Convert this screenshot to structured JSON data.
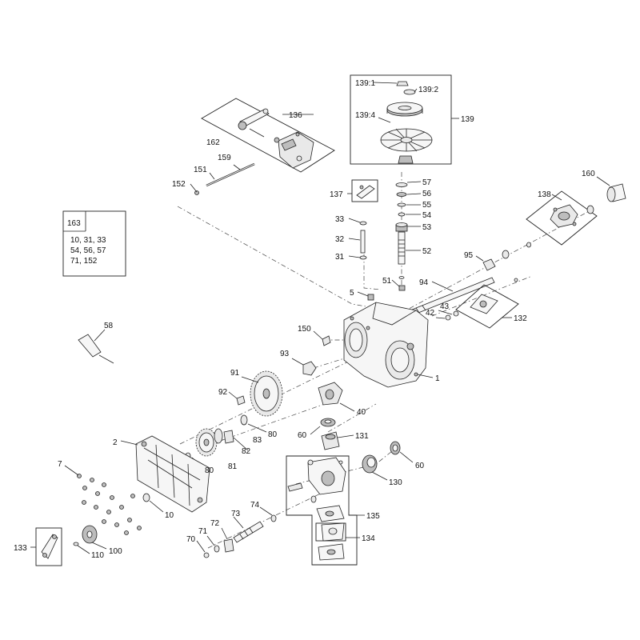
{
  "labels": {
    "p1": "1",
    "p2": "2",
    "p5": "5",
    "p7": "7",
    "p10": "10",
    "p31": "31",
    "p32": "32",
    "p33": "33",
    "p40": "40",
    "p42": "42",
    "p43": "43",
    "p51": "51",
    "p52": "52",
    "p53": "53",
    "p54": "54",
    "p55": "55",
    "p56": "56",
    "p57": "57",
    "p58": "58",
    "p60a": "60",
    "p60b": "60",
    "p70": "70",
    "p71": "71",
    "p72": "72",
    "p73": "73",
    "p74": "74",
    "p80a": "80",
    "p80b": "80",
    "p81": "81",
    "p82": "82",
    "p83": "83",
    "p91": "91",
    "p92": "92",
    "p93": "93",
    "p94": "94",
    "p95": "95",
    "p100": "100",
    "p110": "110",
    "p130": "130",
    "p131": "131",
    "p132": "132",
    "p133": "133",
    "p134": "134",
    "p135": "135",
    "p136": "136",
    "p137": "137",
    "p138": "138",
    "p139": "139",
    "p139_1": "139:1",
    "p139_2": "139:2",
    "p139_4": "139:4",
    "p150": "150",
    "p151": "151",
    "p152": "152",
    "p159": "159",
    "p160": "160",
    "p162": "162"
  },
  "kit": {
    "number": "163",
    "lines": [
      "10,  31,  33",
      "54,  56,  57",
      "71,  152"
    ]
  }
}
